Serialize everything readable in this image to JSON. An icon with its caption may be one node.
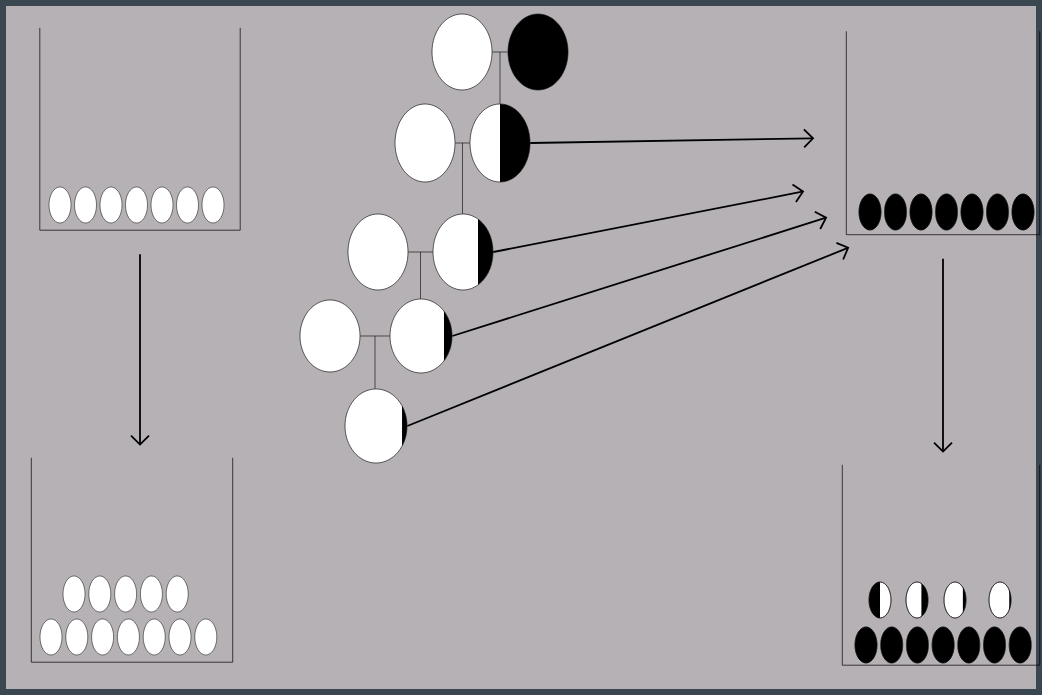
{
  "diagram": {
    "nodes": [
      {
        "text": [],
        "shape": "beaker"
      },
      {
        "text": [],
        "shape": "circle"
      },
      {
        "text": [],
        "shape": "circle"
      },
      {
        "text": [],
        "shape": "circle"
      },
      {
        "text": [],
        "shape": "circle"
      },
      {
        "text": [],
        "shape": "beaker"
      },
      {
        "text": [],
        "shape": "circle"
      },
      {
        "text": [],
        "shape": "circle"
      },
      {
        "text": [],
        "shape": "circle"
      },
      {
        "text": [],
        "shape": "circle"
      },
      {
        "text": [],
        "shape": "circle"
      },
      {
        "text": [],
        "shape": "beaker"
      },
      {
        "text": [],
        "shape": "beaker"
      }
    ],
    "edges": [
      {
        "from": 0,
        "to": 11,
        "arrow": "to"
      },
      {
        "from": 5,
        "to": 12,
        "arrow": "to"
      },
      {
        "from": 4,
        "to": 5,
        "arrow": "to"
      },
      {
        "from": 7,
        "to": 5,
        "arrow": "to"
      },
      {
        "from": 9,
        "to": 5,
        "arrow": "to"
      },
      {
        "from": 10,
        "to": 5,
        "arrow": "to"
      },
      {
        "from": 1,
        "to": 2,
        "arrow": "none"
      },
      {
        "from": 1,
        "to": 4,
        "arrow": "none"
      },
      {
        "from": 2,
        "to": 4,
        "arrow": "none"
      },
      {
        "from": 3,
        "to": 4,
        "arrow": "none"
      },
      {
        "from": 3,
        "to": 7,
        "arrow": "none"
      },
      {
        "from": 4,
        "to": 7,
        "arrow": "none"
      },
      {
        "from": 6,
        "to": 7,
        "arrow": "none"
      },
      {
        "from": 6,
        "to": 9,
        "arrow": "none"
      },
      {
        "from": 7,
        "to": 9,
        "arrow": "none"
      },
      {
        "from": 8,
        "to": 9,
        "arrow": "none"
      },
      {
        "from": 8,
        "to": 10,
        "arrow": "none"
      },
      {
        "from": 9,
        "to": 10,
        "arrow": "none"
      }
    ]
  }
}
